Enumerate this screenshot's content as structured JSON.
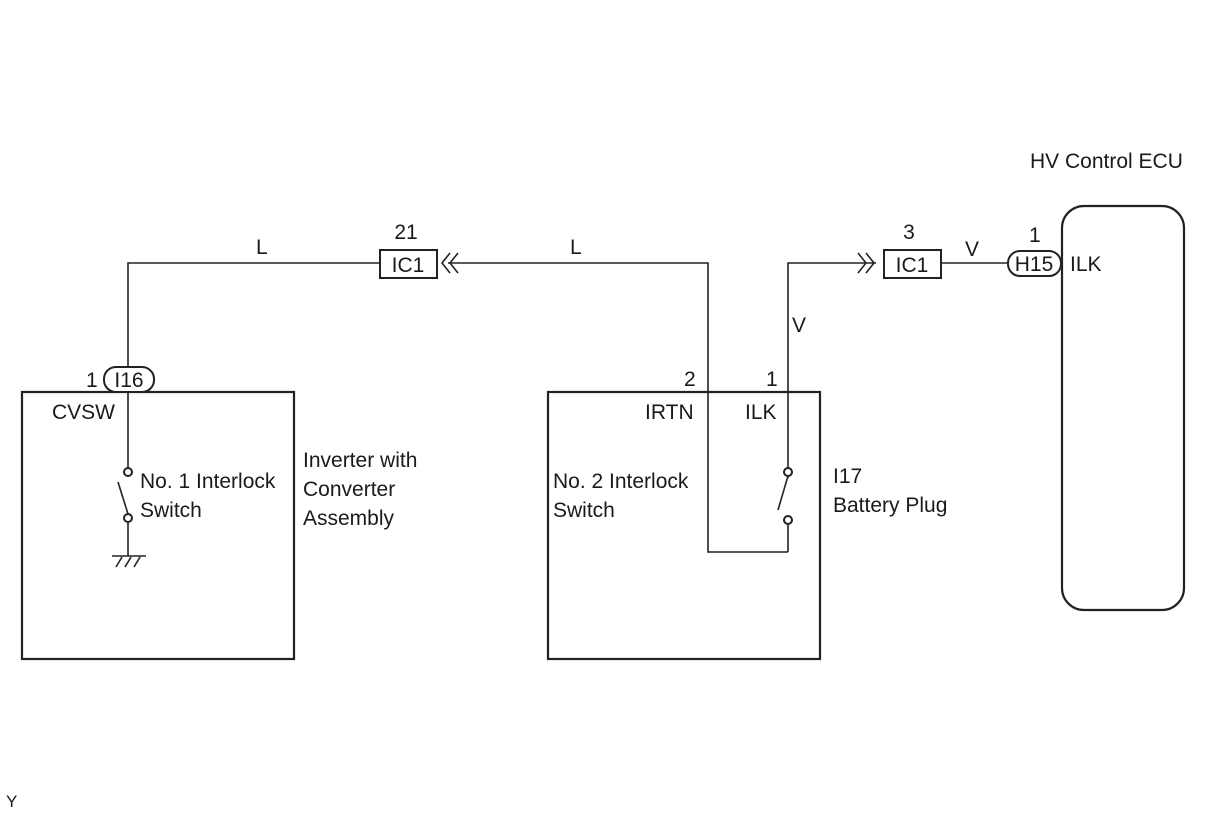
{
  "ecu": {
    "title": "HV Control ECU",
    "connector": "H15",
    "pin": "1",
    "terminal": "ILK"
  },
  "inverter": {
    "title_lines": [
      "Inverter with",
      "Converter",
      "Assembly"
    ],
    "connector": "I16",
    "pin": "1",
    "terminal": "CVSW",
    "switch_lines": [
      "No. 1 Interlock",
      "Switch"
    ]
  },
  "battery_plug": {
    "code": "I17",
    "title": "Battery Plug",
    "pin_irtn": "2",
    "pin_ilk": "1",
    "terminal_irtn": "IRTN",
    "terminal_ilk": "ILK",
    "switch_lines": [
      "No. 2 Interlock",
      "Switch"
    ]
  },
  "junctions": {
    "left": {
      "name": "IC1",
      "pin": "21"
    },
    "right": {
      "name": "IC1",
      "pin": "3"
    }
  },
  "wire_colors": {
    "left_a": "L",
    "left_b": "L",
    "right_vertical": "V",
    "right_top": "V"
  },
  "footer_mark": "Y"
}
